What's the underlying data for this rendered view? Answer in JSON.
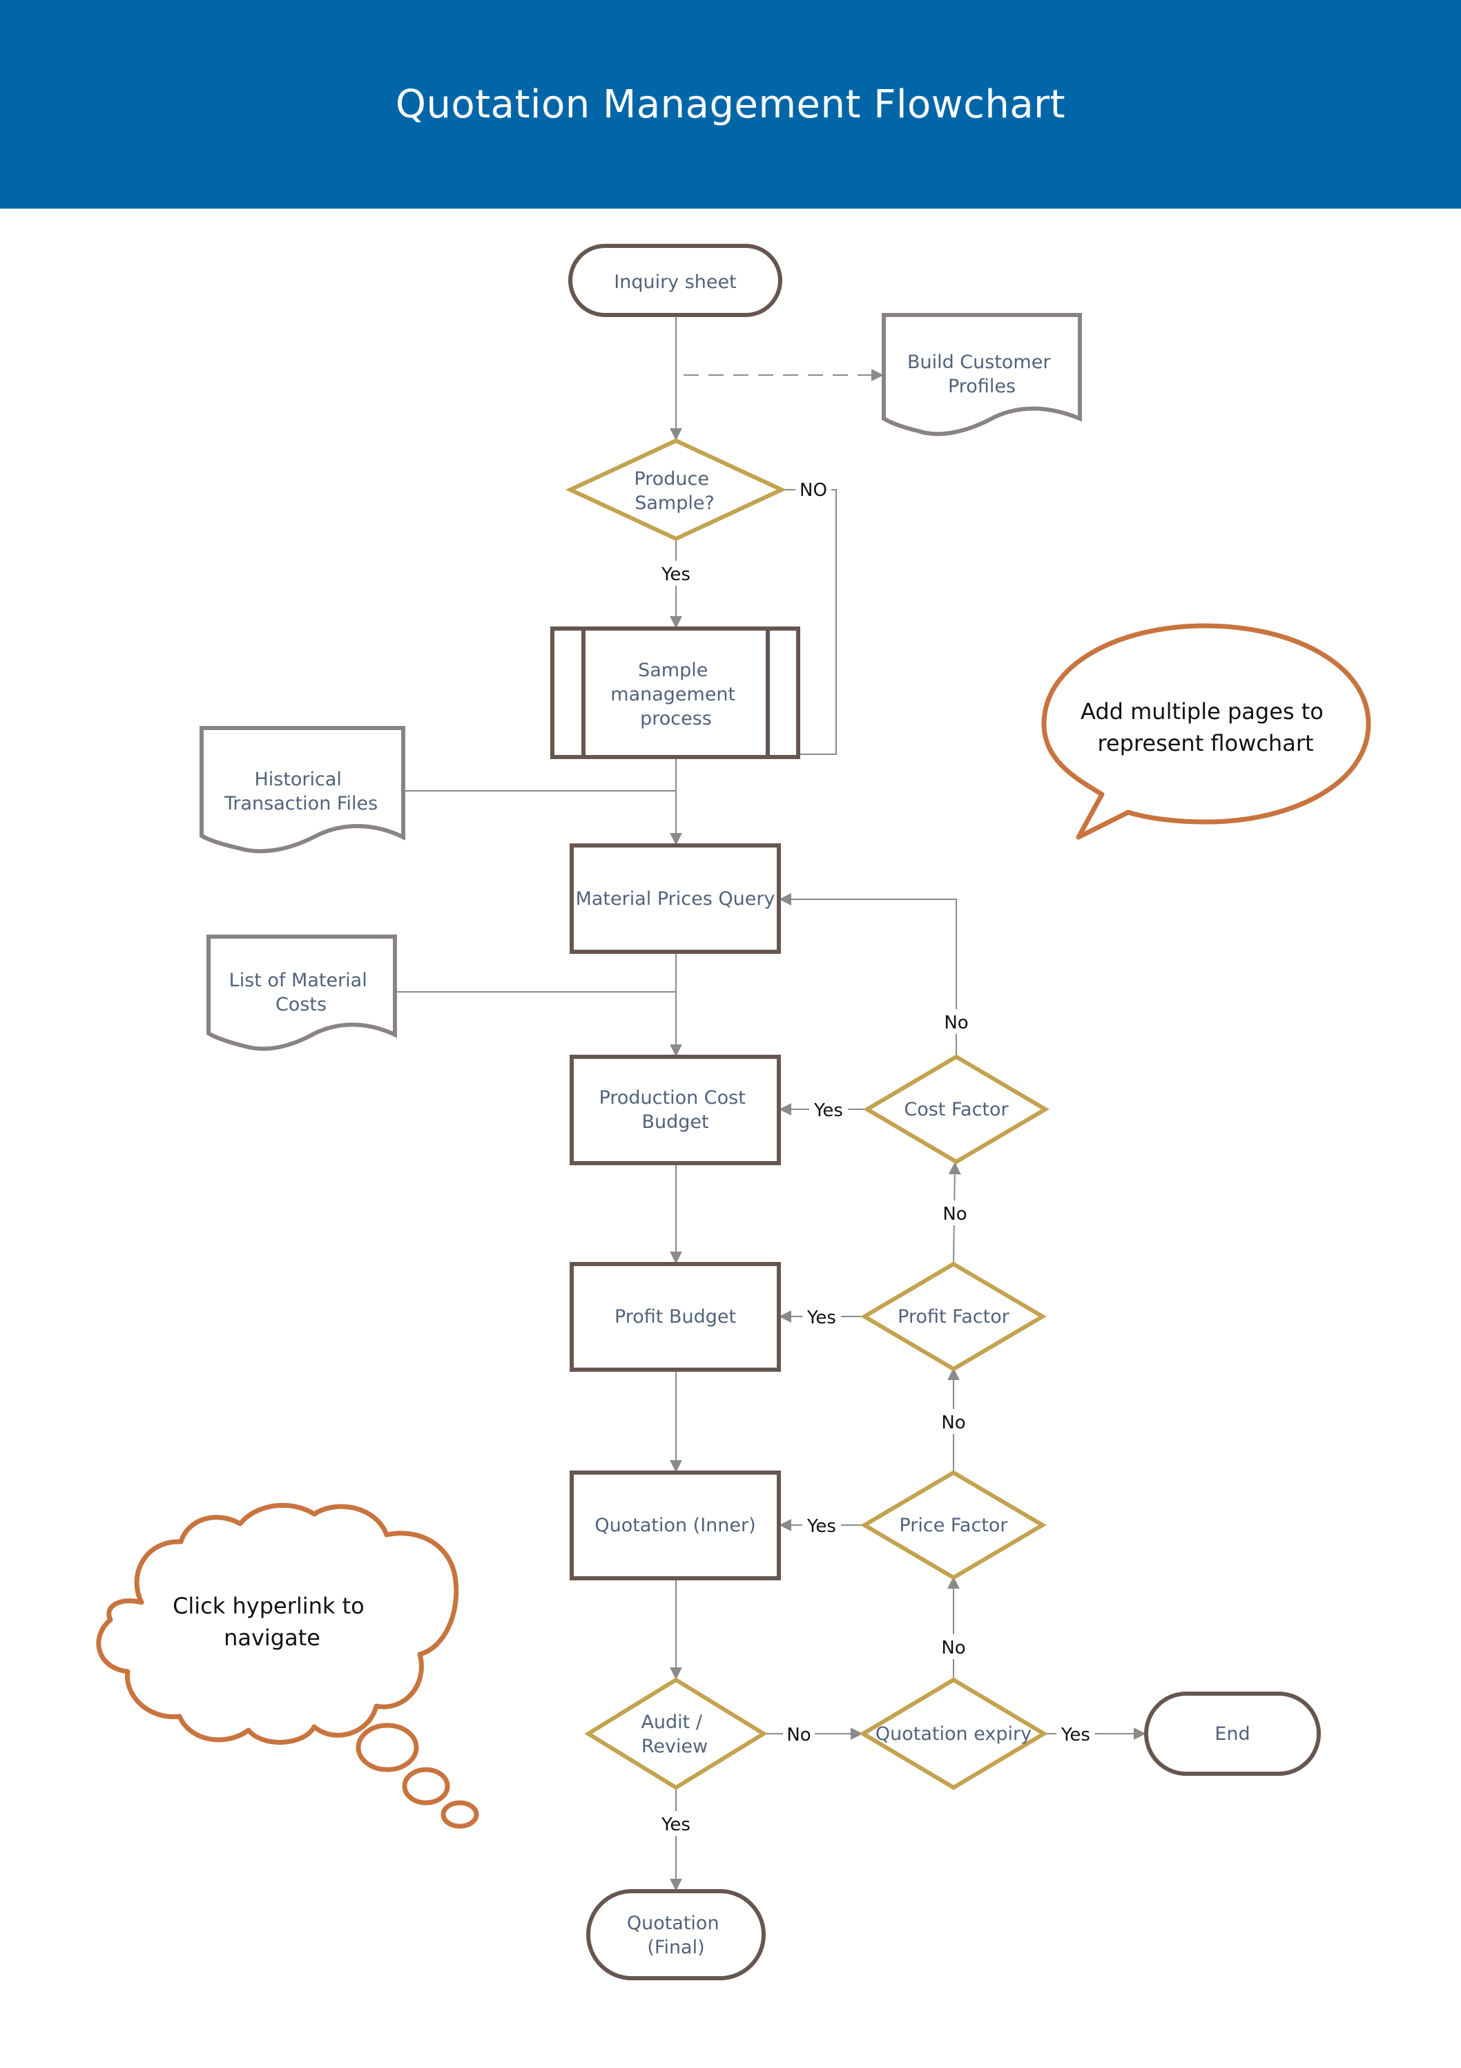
{
  "title": "Quotation Management Flowchart",
  "colors": {
    "header": "#0066a8",
    "process_stroke": "#675650",
    "decision_stroke": "#c3a250",
    "document_stroke": "#8a8386",
    "callout_stroke": "#c8743f",
    "edge": "#8a8a8a",
    "node_text": "#52627a"
  },
  "nodes": {
    "inquiry": [
      "Inquiry sheet"
    ],
    "customer_profiles": [
      "Build Customer",
      "Profiles"
    ],
    "produce_sample": [
      "Produce",
      "Sample?"
    ],
    "sample_process": [
      "Sample",
      "management",
      "process"
    ],
    "historical_files": [
      "Historical",
      "Transaction Files"
    ],
    "material_query": [
      "Material Prices Query"
    ],
    "material_costs": [
      "List of Material",
      "Costs"
    ],
    "production_budget": [
      "Production Cost",
      "Budget"
    ],
    "cost_factor": [
      "Cost Factor"
    ],
    "profit_budget": [
      "Profit Budget"
    ],
    "profit_factor": [
      "Profit Factor"
    ],
    "quotation_inner": [
      "Quotation (Inner)"
    ],
    "price_factor": [
      "Price Factor"
    ],
    "audit_review": [
      "Audit /",
      "Review"
    ],
    "quotation_expiry": [
      "Quotation expiry"
    ],
    "end": [
      "End"
    ],
    "quotation_final": [
      "Quotation",
      "(Final)"
    ]
  },
  "edge_labels": {
    "no_sample": "NO",
    "yes_sample": "Yes",
    "cost_no": "No",
    "cost_yes": "Yes",
    "profit_no": "No",
    "profit_yes": "Yes",
    "price_no": "No",
    "price_yes": "Yes",
    "expiry_no": "No",
    "audit_no": "No",
    "expiry_yes": "Yes",
    "audit_yes": "Yes"
  },
  "callouts": {
    "speech": [
      "Add multiple pages to",
      "represent flowchart"
    ],
    "thought": [
      "Click hyperlink to",
      "navigate"
    ]
  }
}
